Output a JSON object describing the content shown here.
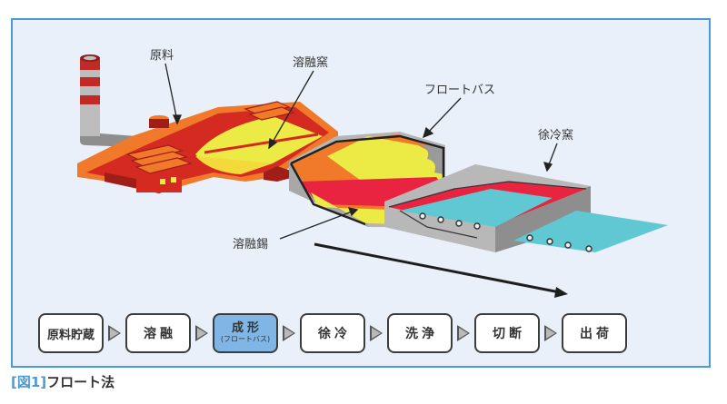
{
  "figure": {
    "caption_number": "[図1]",
    "caption_title": "フロート法",
    "colors": {
      "frame_border": "#4a9ad4",
      "frame_bg": "#e9f0f9",
      "furnace_red": "#d42a22",
      "furnace_orange": "#f07a2a",
      "molten_yellow": "#ecea44",
      "tin_red": "#e82440",
      "glass_cyan": "#5fc8d2",
      "housing_gray": "#b5b5b5",
      "active_step": "#7fb6e6"
    }
  },
  "labels": {
    "raw_material": "原料",
    "melting_furnace": "溶融窯",
    "float_bath": "フロートバス",
    "annealing_lehr": "徐冷窯",
    "molten_tin": "溶融錫"
  },
  "flow": {
    "steps": [
      {
        "label": "原料貯蔵",
        "sub": null,
        "active": false
      },
      {
        "label": "溶融",
        "sub": null,
        "active": false
      },
      {
        "label": "成形",
        "sub": "(フロートバス)",
        "active": true
      },
      {
        "label": "徐冷",
        "sub": null,
        "active": false
      },
      {
        "label": "洗浄",
        "sub": null,
        "active": false
      },
      {
        "label": "切断",
        "sub": null,
        "active": false
      },
      {
        "label": "出荷",
        "sub": null,
        "active": false
      }
    ]
  }
}
